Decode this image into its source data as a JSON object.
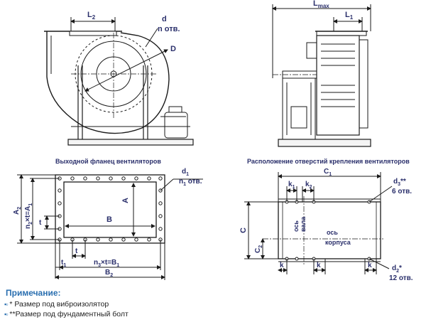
{
  "drawing1": {
    "caption": "Выходной фланец вентиляторов",
    "L2": "L",
    "L2_sub": "2",
    "d": "d",
    "n_holes": "n отв.",
    "D": "D"
  },
  "drawing2": {
    "caption": "Расположение отверстий крепления вентиляторов",
    "Lmax": "L",
    "Lmax_sub": "max",
    "L1": "L",
    "L1_sub": "1"
  },
  "drawing3": {
    "d1": "d",
    "d1_sub": "1",
    "n1_holes_pre": "n",
    "n1_holes_sub": "1",
    "n1_holes_post": " отв.",
    "A": "A",
    "B": "B",
    "A2": "A",
    "A2_sub": "2",
    "n2tA1": "n",
    "n2tA1_mid": "×t=A",
    "t_left": "t",
    "t_bottom": "t",
    "t1": "t",
    "n3tB1": "n",
    "n3tB1_mid": "×t=B",
    "B2": "B",
    "B2_sub": "2"
  },
  "drawing4": {
    "C1": "C",
    "C1_sub": "1",
    "k1": "k",
    "k1_sub": "1",
    "k2": "k",
    "k2_sub": "2",
    "d3": "d",
    "d3_sub": "3",
    "d3_mark": "**",
    "holes6": "6 отв.",
    "C": "C",
    "C2": "C",
    "C2_sub": "2",
    "axis_valve_1": "ось",
    "axis_valve_2": "вала",
    "axis_body_1": "ось",
    "axis_body_2": "корпуса",
    "k": "k",
    "d2": "d",
    "d2_sub": "2",
    "d2_mark": "*",
    "holes12": "12 отв."
  },
  "notes": {
    "title": "Примечание:",
    "line1": "* Размер под виброизолятор",
    "line2": "**Размер под фундаментный болт"
  },
  "colors": {
    "line": "#1a1a1a",
    "label": "#2a2f6b",
    "accent": "#2a6fb0"
  }
}
